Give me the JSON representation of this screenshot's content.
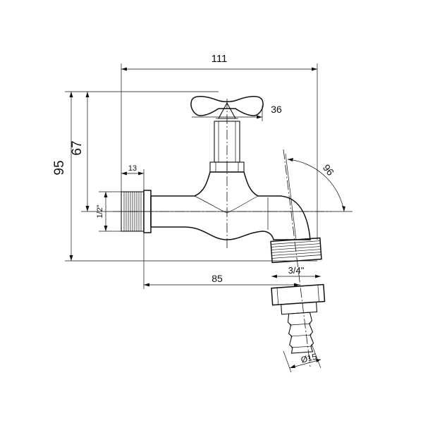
{
  "diagram": {
    "subject": "garden tap with hose connector",
    "dimensions": {
      "overall_width": "111",
      "handle_width": "36",
      "overall_height": "95",
      "spout_height": "67",
      "thread_length": "13",
      "inlet_thread": "1/2\"",
      "spout_angle": "96",
      "outlet_thread": "3/4\"",
      "outlet_reach": "85",
      "hose_diameter": "Ø15"
    }
  }
}
